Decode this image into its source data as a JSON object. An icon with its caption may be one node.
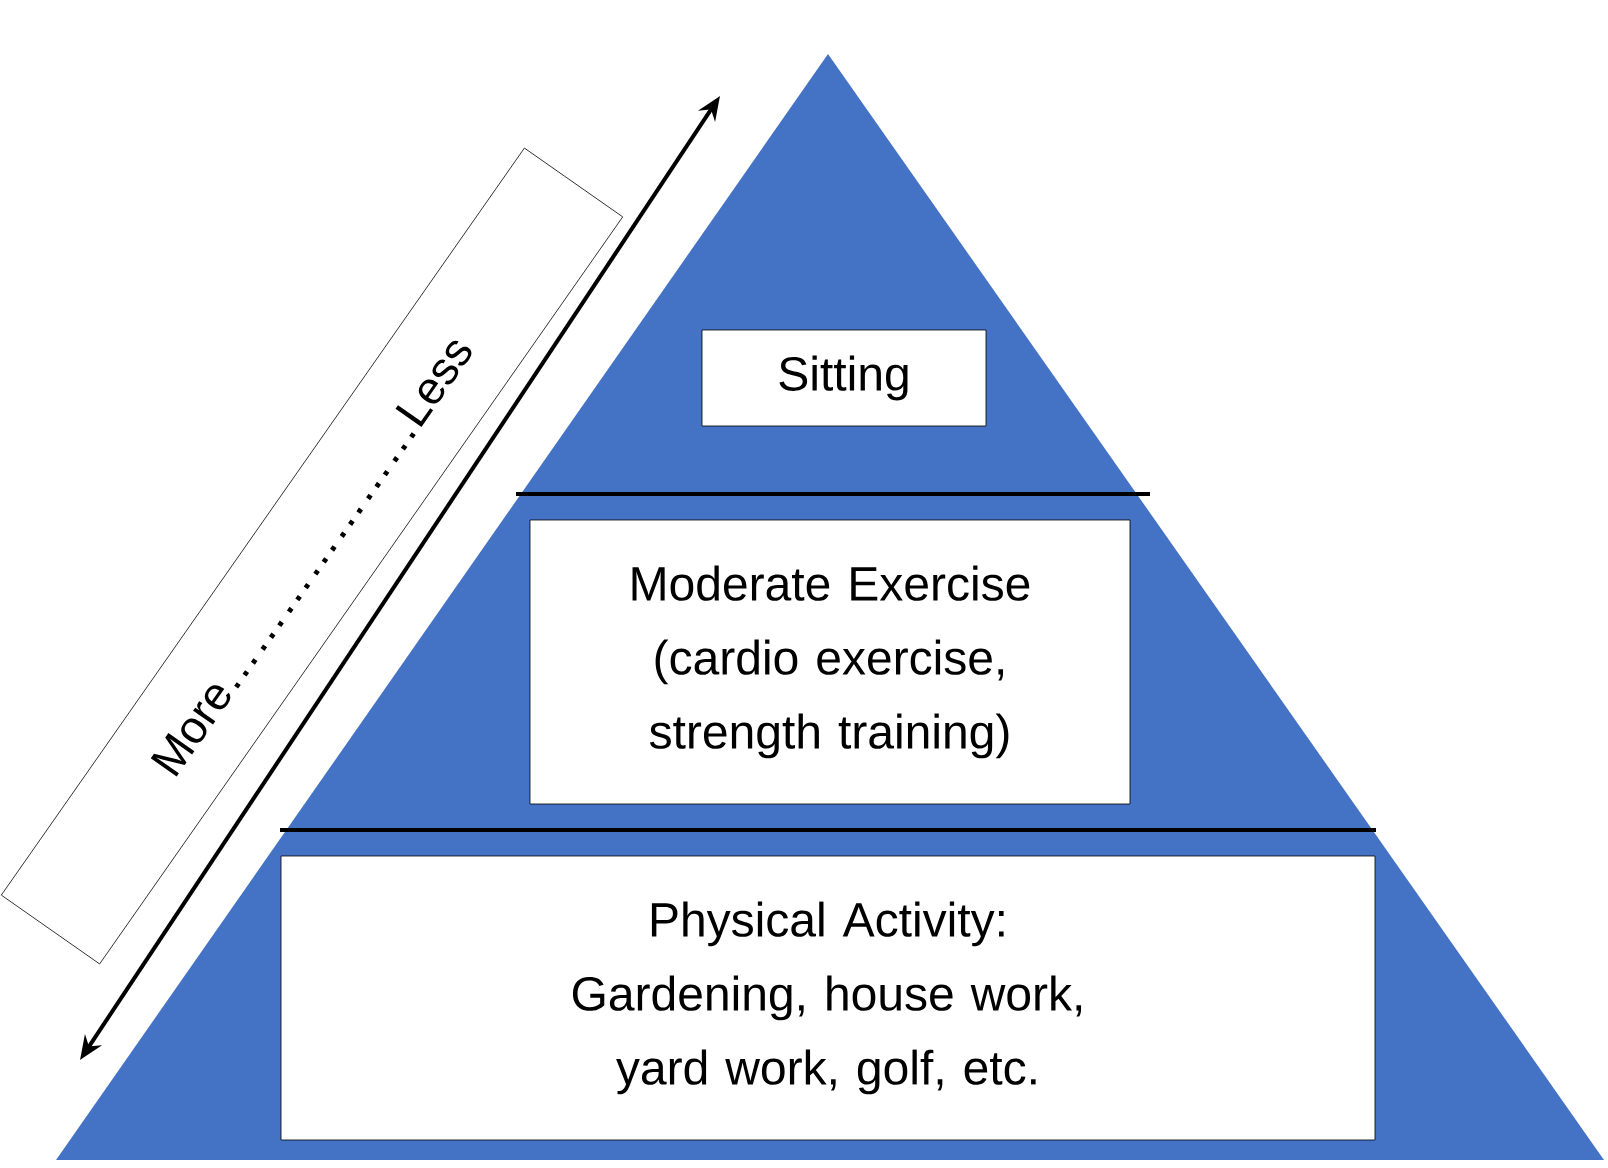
{
  "diagram": {
    "nodes": [
      {
        "text": [],
        "shape": "triangle"
      },
      {
        "text": [
          "Sitting"
        ],
        "in": 0
      },
      {
        "text": [
          "Moderate Exercise (cardio exercise, strength training)"
        ],
        "in": 0
      },
      {
        "text": [
          "Physical Activity:",
          "Gardening, house work, yard work, golf, etc."
        ],
        "in": 0
      },
      {
        "text": [
          "More…………………Less"
        ]
      }
    ],
    "edges": []
  }
}
